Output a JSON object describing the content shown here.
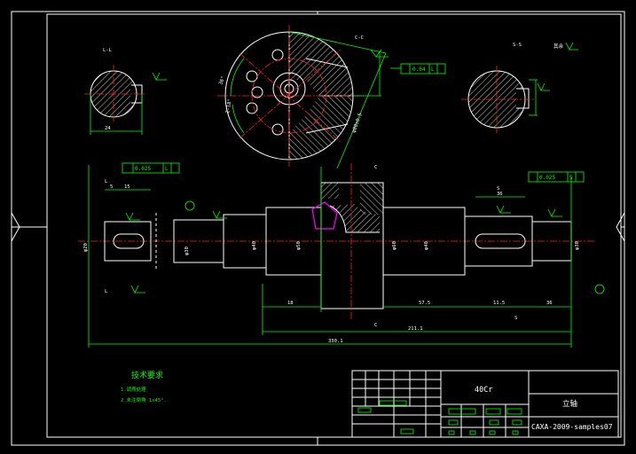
{
  "section_labels": {
    "ll": "L-L",
    "cc": "C-C",
    "ss": "S-S",
    "roughness_note": "其余"
  },
  "tolerance_frames": {
    "cc_runout": "0.04",
    "ll_runout": "0.025",
    "ss_runout": "0.025",
    "datum_l": "L",
    "datum_s": "S"
  },
  "dimensions": {
    "ll_width": "24",
    "cc_angle1": "36°",
    "cc_angle2": "2-18°",
    "cc_outer": "φ80±0.5",
    "shaft_left_dia": "φ20",
    "shaft_d2": "φ30",
    "shaft_d3": "φ40",
    "shaft_d4": "φ50",
    "shaft_d5": "φ60",
    "shaft_d6": "φ40",
    "shaft_right_dia": "φ30",
    "len_5": "5",
    "len_15": "15",
    "len_36": "36",
    "len_18": "18",
    "len_57_5": "57.5",
    "len_11_5": "11.5",
    "len_36b": "36",
    "len_211": "211.1",
    "len_total": "330.1"
  },
  "tech_requirements": {
    "title": "技术要求",
    "item1": "1.调质处理",
    "item2": "2.未注倒角 1x45°."
  },
  "title_block": {
    "material": "40Cr",
    "part_name": "立轴",
    "drawing_no": "CAXA-2009-samples07"
  }
}
